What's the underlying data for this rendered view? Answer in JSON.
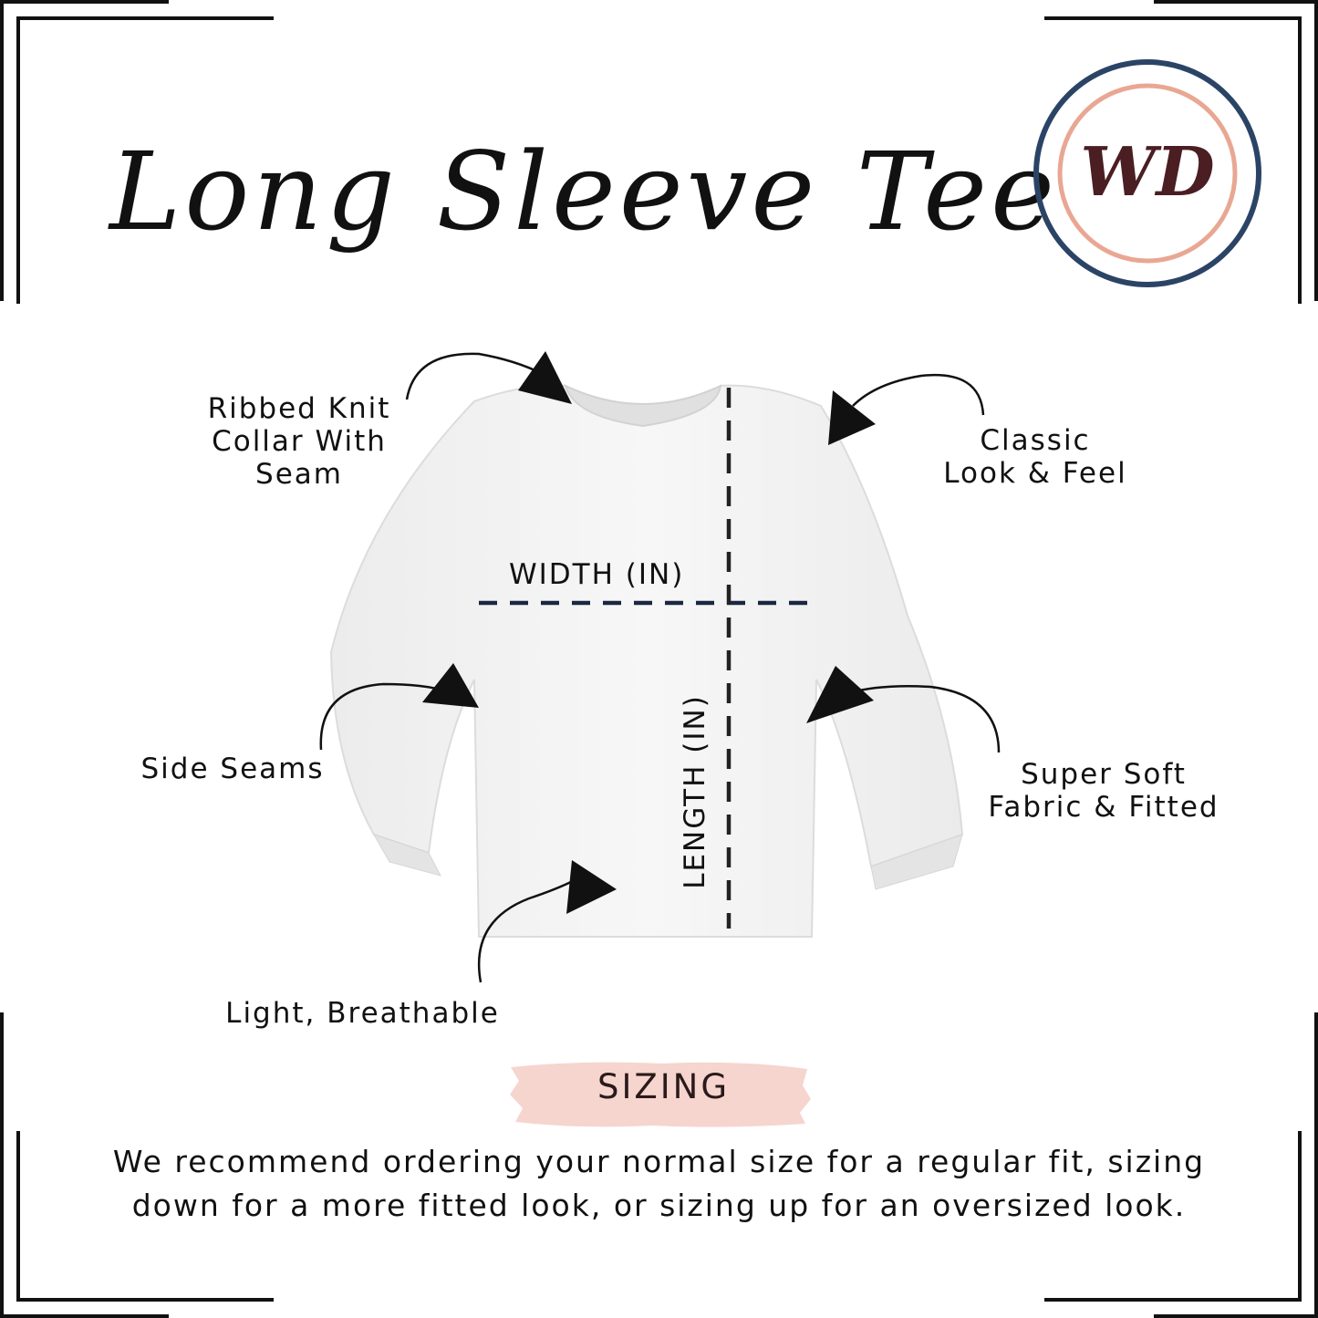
{
  "title": "Long Sleeve Tee",
  "logo": {
    "monogram": "WD",
    "outer_ring_color": "#2b4466",
    "inner_ring_color": "#e9a793",
    "monogram_color": "#4a1e22"
  },
  "features": {
    "collar": "Ribbed Knit\nCollar With\nSeam",
    "classic": "Classic\nLook & Feel",
    "side_seams": "Side Seams",
    "soft_fabric": "Super Soft\nFabric & Fitted",
    "breathable": "Light, Breathable"
  },
  "measurements": {
    "width": "WIDTH (IN)",
    "length": "LENGTH (IN)"
  },
  "sizing": {
    "heading": "SIZING",
    "note": "We recommend ordering your normal size for a regular fit, sizing down for a more fitted look, or sizing up for an oversized look.",
    "highlight_color": "#f6d5cf"
  }
}
